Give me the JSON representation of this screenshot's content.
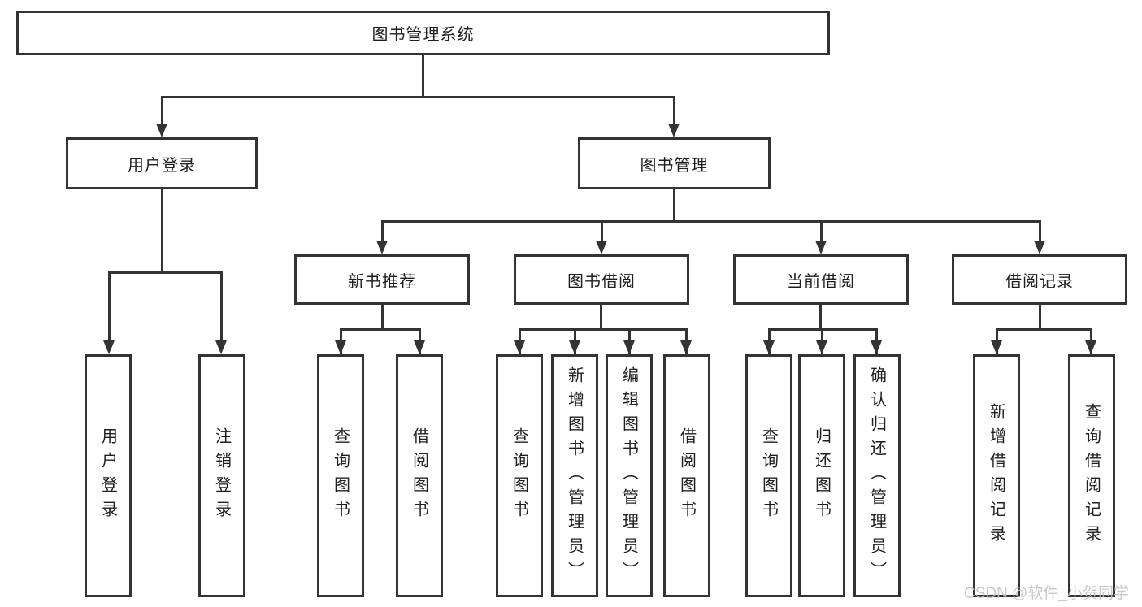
{
  "title": "图书管理系统",
  "watermark": "CSDN @软件_小贺同学",
  "colors": {
    "line": "#333333",
    "text": "#1f1f1f",
    "watermark": "#c2c2c2",
    "background": "#ffffff"
  },
  "tree": {
    "label": "图书管理系统",
    "children": [
      {
        "label": "用户登录",
        "children": [
          {
            "label": "用户登录"
          },
          {
            "label": "注销登录"
          }
        ]
      },
      {
        "label": "图书管理",
        "children": [
          {
            "label": "新书推荐",
            "children": [
              {
                "label": "查询图书"
              },
              {
                "label": "借阅图书"
              }
            ]
          },
          {
            "label": "图书借阅",
            "children": [
              {
                "label": "查询图书"
              },
              {
                "label": "新增图书（管理员）"
              },
              {
                "label": "编辑图书（管理员）"
              },
              {
                "label": "借阅图书"
              }
            ]
          },
          {
            "label": "当前借阅",
            "children": [
              {
                "label": "查询图书"
              },
              {
                "label": "归还图书"
              },
              {
                "label": "确认归还（管理员）"
              }
            ]
          },
          {
            "label": "借阅记录",
            "children": [
              {
                "label": "新增借阅记录"
              },
              {
                "label": "查询借阅记录"
              }
            ]
          }
        ]
      }
    ]
  }
}
